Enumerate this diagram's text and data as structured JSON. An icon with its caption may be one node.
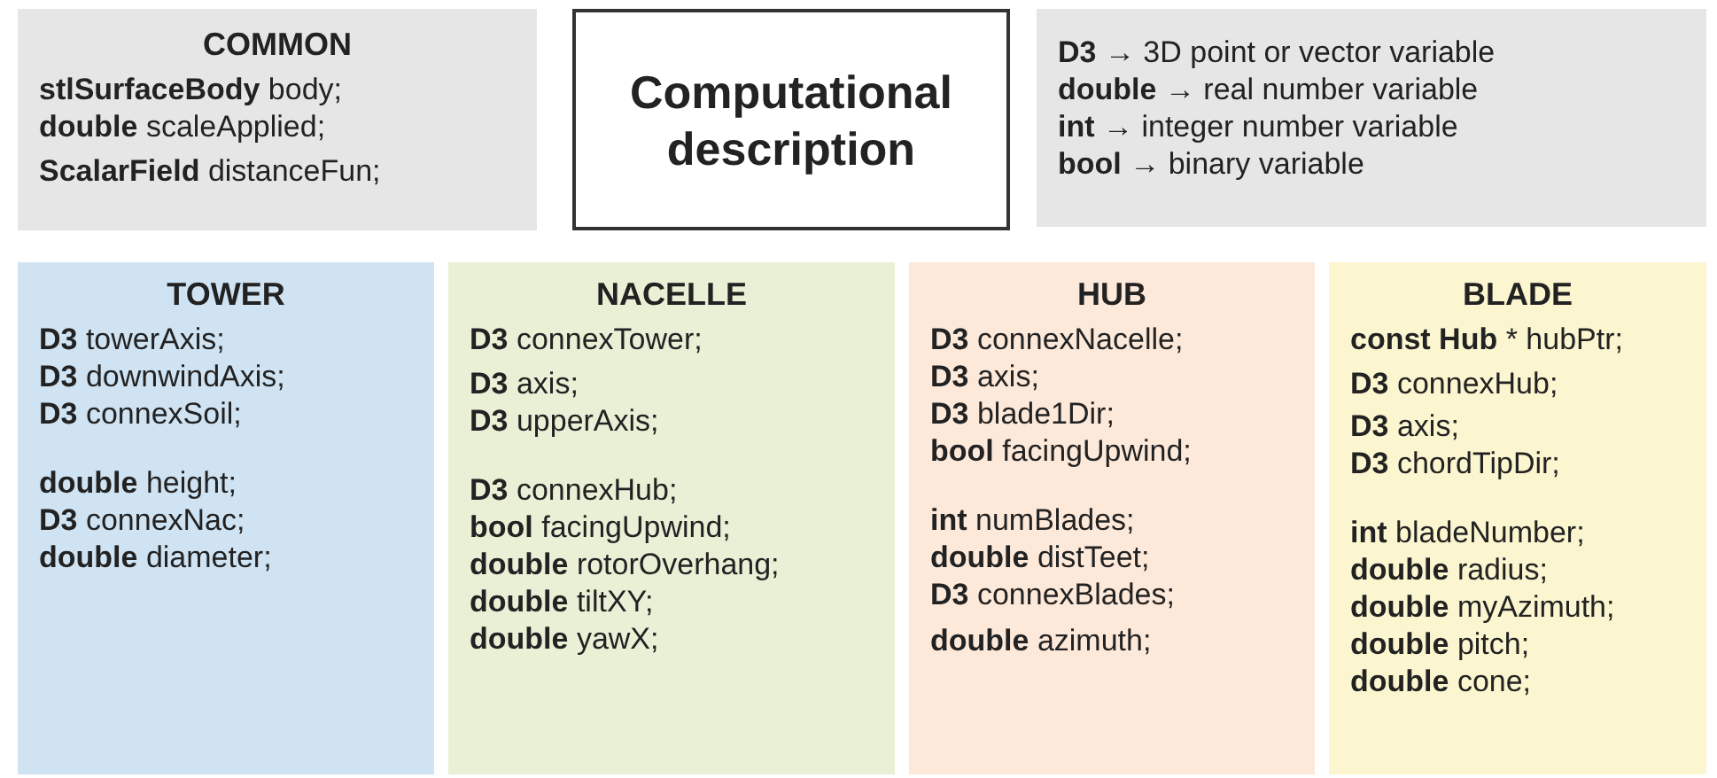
{
  "diagram": {
    "nodes": [
      {
        "text": [
          "COMMON",
          "**stlSurfaceBody** body;",
          "**double** scaleApplied;",
          "**ScalarField** distanceFun;"
        ]
      },
      {
        "text": [
          "Computational description"
        ]
      },
      {
        "text": [
          "**D3** → 3D point or vector variable",
          "**double** → real number variable",
          "**int** → integer number variable",
          "**bool** → binary variable"
        ]
      },
      {
        "text": [
          "TOWER",
          "**D3** towerAxis;",
          "**D3** downwindAxis;",
          "**D3** connexSoil;",
          "**double** height;",
          "**D3** connexNac;",
          "**double** diameter;"
        ]
      },
      {
        "text": [
          "NACELLE",
          "**D3** connexTower;",
          "**D3** axis;",
          "**D3** upperAxis;",
          "**D3** connexHub;",
          "**bool** facingUpwind;",
          "**double** rotorOverhang;",
          "**double** tiltXY;",
          "**double** yawX;"
        ]
      },
      {
        "text": [
          "HUB",
          "**D3** connexNacelle;",
          "**D3** axis;",
          "**D3** blade1Dir;",
          "**bool** facingUpwind;",
          "**int** numBlades;",
          "**double** distTeet;",
          "**D3** connexBlades;",
          "**double** azimuth;"
        ]
      },
      {
        "text": [
          "BLADE",
          "**const Hub** * hubPtr;",
          "**D3** connexHub;",
          "**D3** axis;",
          "**D3** chordTipDir;",
          "**int** bladeNumber;",
          "**double** radius;",
          "**double** myAzimuth;",
          "**double** pitch;",
          "**double** cone;"
        ]
      }
    ],
    "edges": []
  }
}
